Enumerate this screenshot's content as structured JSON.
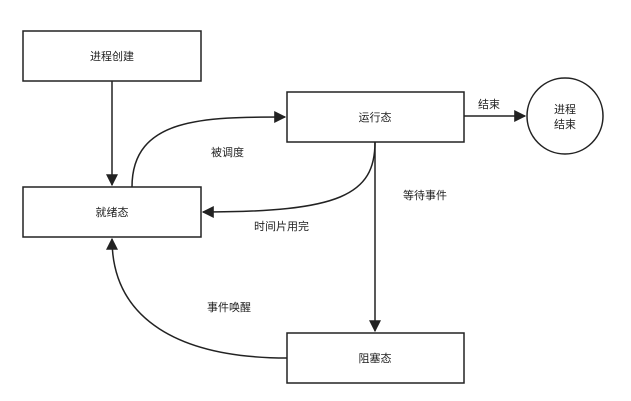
{
  "nodes": {
    "create": {
      "label": "进程创建"
    },
    "running": {
      "label": "运行态"
    },
    "ready": {
      "label": "就绪态"
    },
    "blocked": {
      "label": "阻塞态"
    },
    "end": {
      "line1": "进程",
      "line2": "结束"
    }
  },
  "edges": {
    "running_to_end": {
      "label": "结束"
    },
    "ready_to_running": {
      "label": "被调度"
    },
    "running_to_ready": {
      "label": "时间片用完"
    },
    "running_to_blocked": {
      "label": "等待事件"
    },
    "blocked_to_ready": {
      "label": "事件唤醒"
    }
  }
}
